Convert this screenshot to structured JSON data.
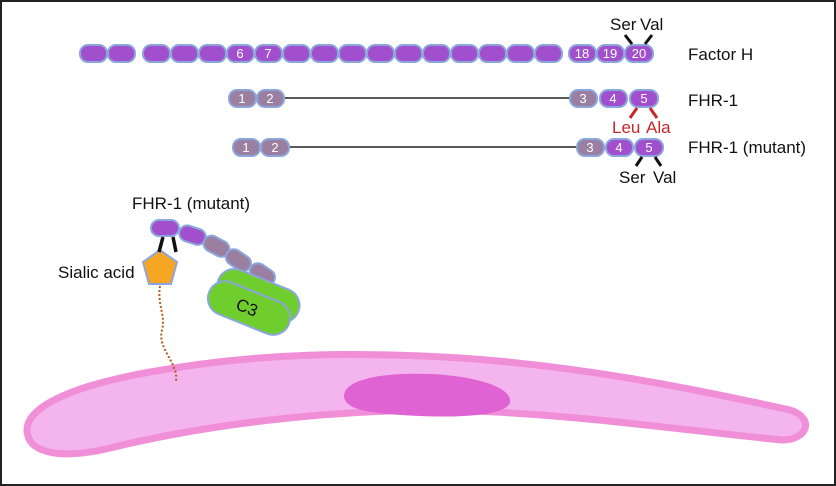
{
  "colors": {
    "purple": "#a14fcc",
    "grey": "#9a7fa0",
    "outline": "#8aa6dc",
    "red": "#c62828",
    "sialic": "#f5a623",
    "c3": "#6fce2e",
    "cell_outer": "#f08fd8",
    "cell_inner": "#f4b5ee",
    "nucleus": "#df63d3"
  },
  "factor_h": {
    "label": "Factor H",
    "numbers": {
      "d6": "6",
      "d7": "7",
      "d18": "18",
      "d19": "19",
      "d20": "20"
    },
    "residues": {
      "left": "Ser",
      "right": "Val"
    }
  },
  "fhr1": {
    "label": "FHR-1",
    "numbers": {
      "d1": "1",
      "d2": "2",
      "d3": "3",
      "d4": "4",
      "d5": "5"
    },
    "residues": {
      "left": "Leu",
      "right": "Ala"
    }
  },
  "fhr1_mutant": {
    "label": "FHR-1 (mutant)",
    "numbers": {
      "d1": "1",
      "d2": "2",
      "d3": "3",
      "d4": "4",
      "d5": "5"
    },
    "residues": {
      "left": "Ser",
      "right": "Val"
    }
  },
  "bound_complex": {
    "label": "FHR-1 (mutant)",
    "sialic_label": "Sialic acid",
    "c3_label": "C3"
  }
}
